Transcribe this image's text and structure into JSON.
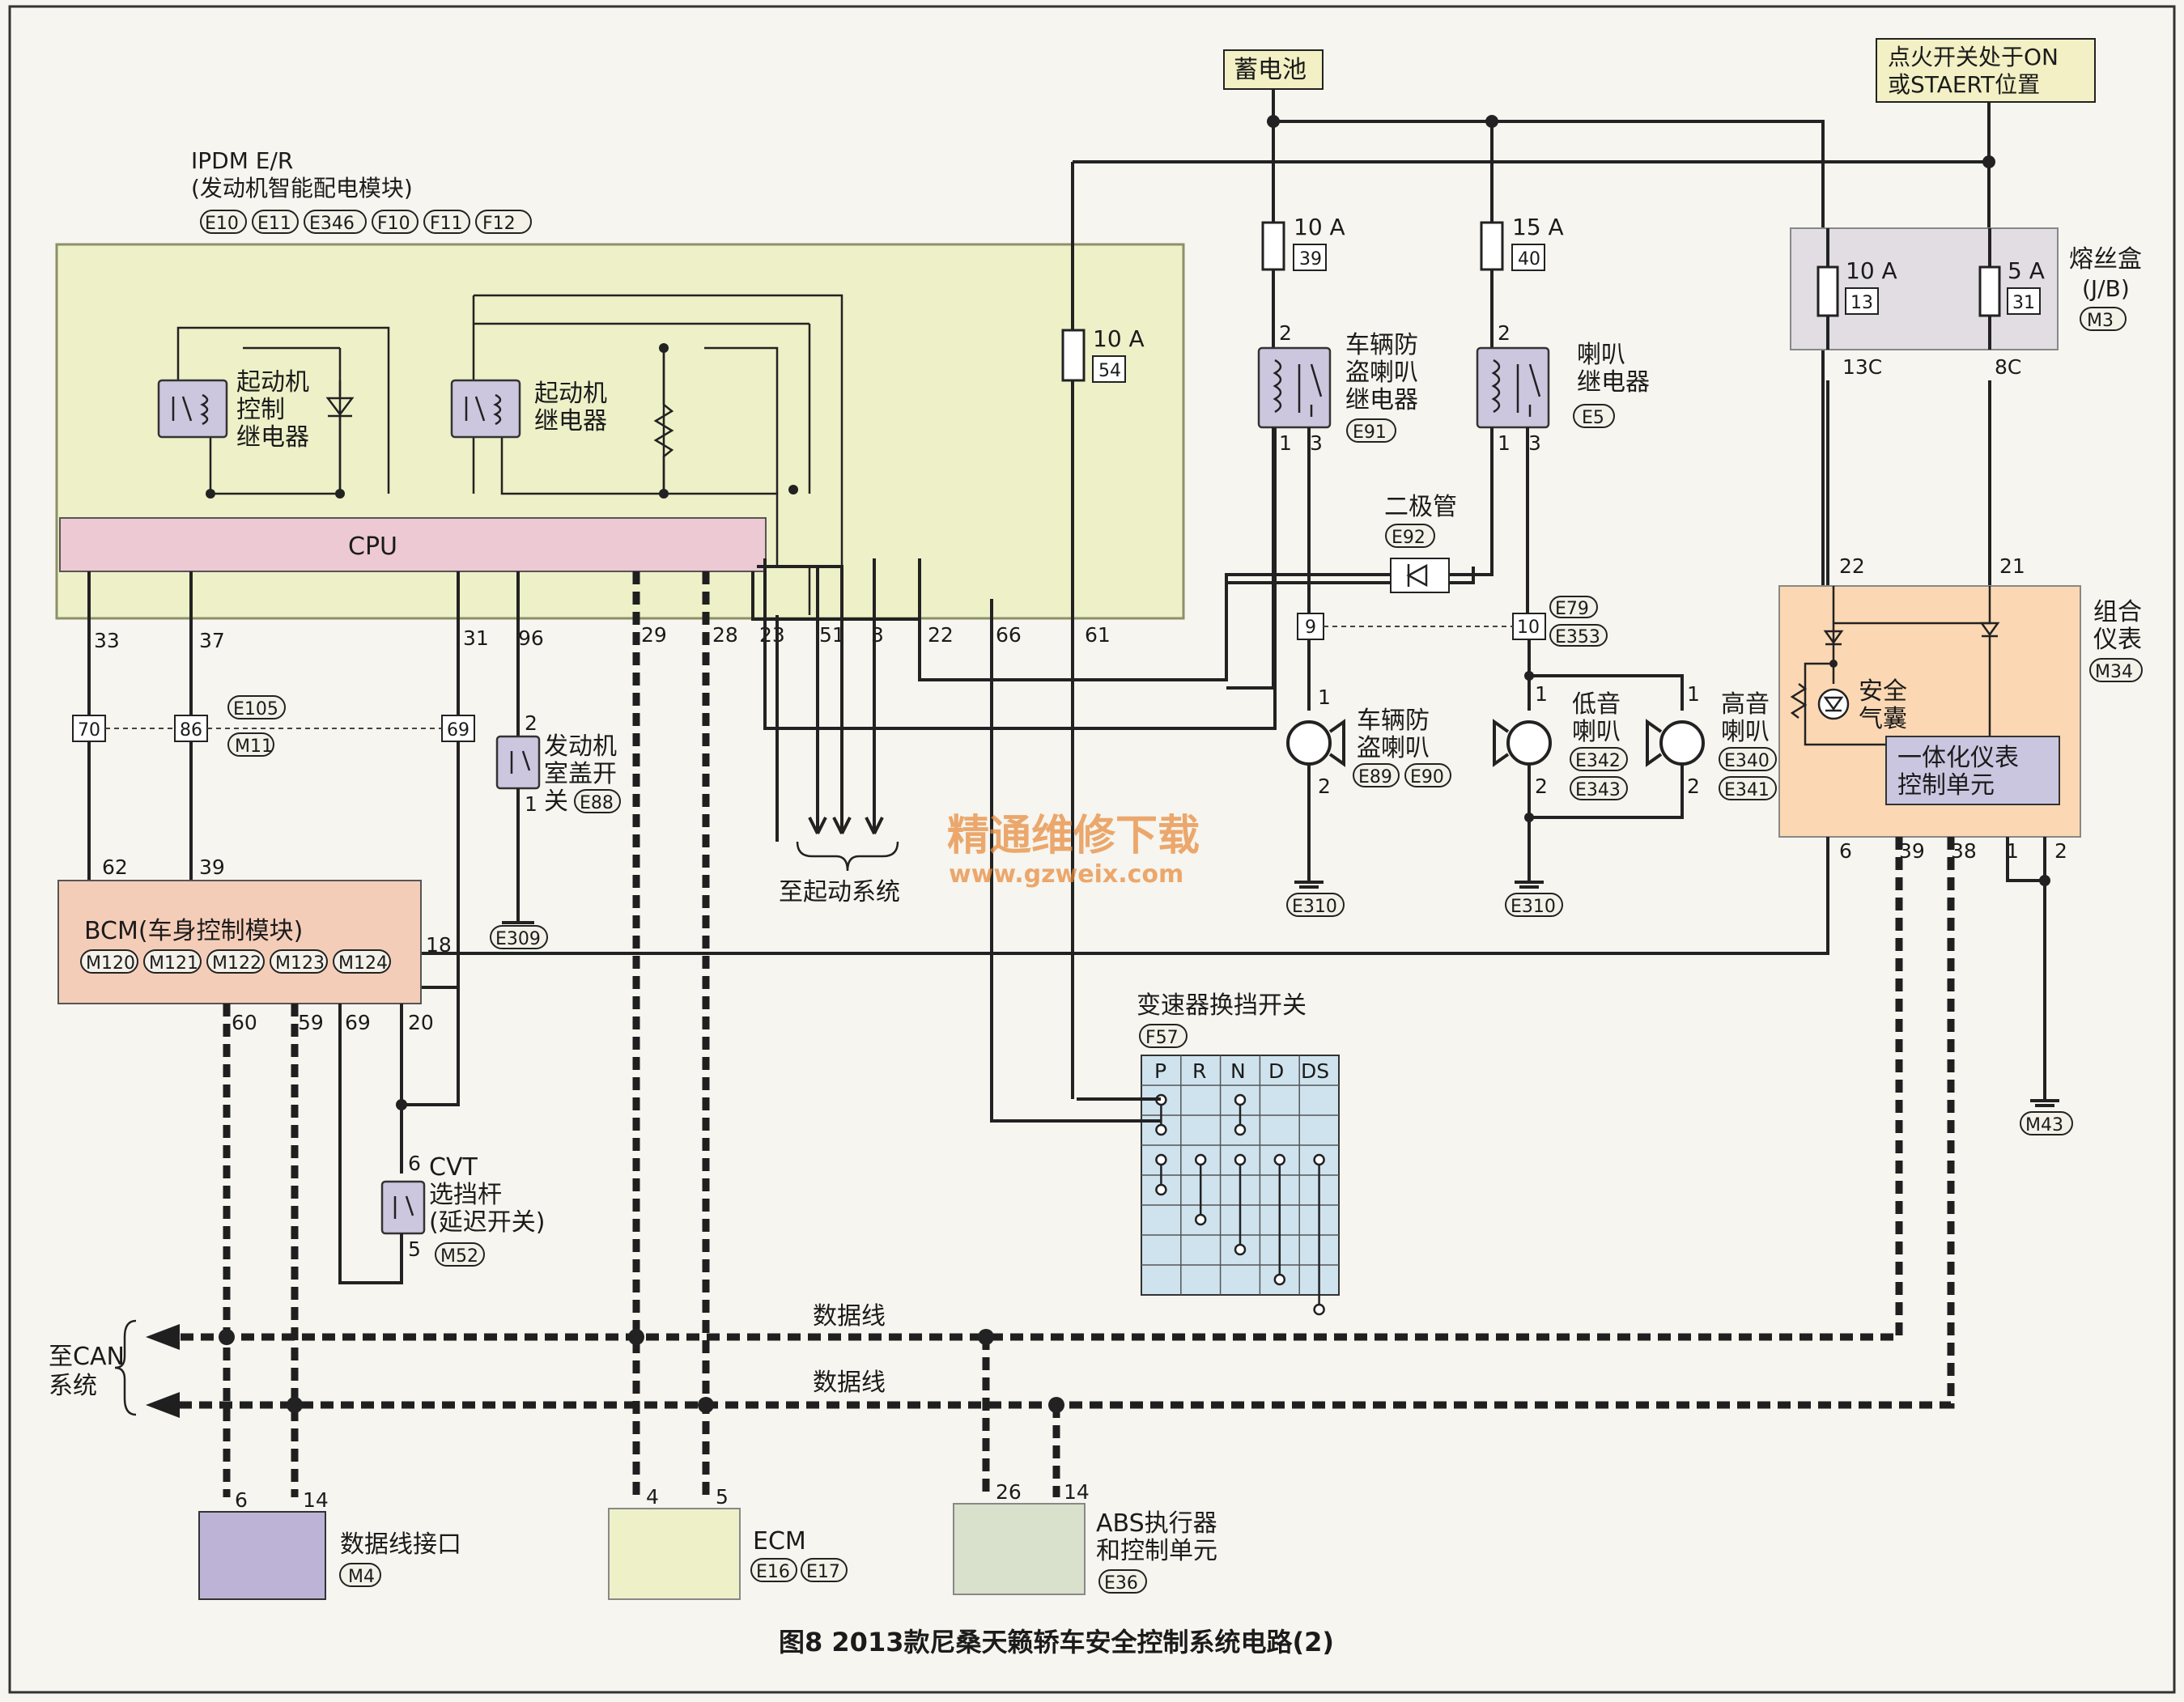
{
  "ipdm": {
    "name": "IPDM E/R",
    "desc": "(发动机智能配电模块)",
    "connectors": [
      "E10",
      "E11",
      "E346",
      "F10",
      "F11",
      "F12"
    ],
    "relay1": [
      "起动机",
      "控制",
      "继电器"
    ],
    "relay2": [
      "起动机",
      "继电器"
    ],
    "cpu": "CPU",
    "fuse": {
      "rating": "10 A",
      "no": "54"
    },
    "pins": [
      "33",
      "37",
      "31",
      "96",
      "29",
      "28",
      "23",
      "51",
      "3",
      "22",
      "66",
      "61"
    ]
  },
  "battery": "蓄电池",
  "ignition": [
    "点火开关处于ON",
    "或STAERT位置"
  ],
  "fuse39": {
    "rating": "10 A",
    "no": "39"
  },
  "fuse40": {
    "rating": "15 A",
    "no": "40"
  },
  "fuse_box": {
    "label": "熔丝盒",
    "sub": "(J/B)",
    "conn": "M3",
    "fuse13": {
      "rating": "10 A",
      "no": "13"
    },
    "fuse31": {
      "rating": "5 A",
      "no": "31"
    },
    "pins": [
      "13C",
      "8C"
    ]
  },
  "theft_relay": {
    "label": [
      "车辆防",
      "盗喇叭",
      "继电器"
    ],
    "conn": "E91",
    "pins": [
      "2",
      "1",
      "3"
    ]
  },
  "horn_relay": {
    "label": [
      "喇叭",
      "继电器"
    ],
    "conn": "E5",
    "pins": [
      "2",
      "1",
      "3"
    ]
  },
  "diode": {
    "label": "二极管",
    "conn": "E92"
  },
  "joints": {
    "j9": "9",
    "j10": "10",
    "conns": [
      "E79",
      "E353"
    ]
  },
  "theft_horn": {
    "label": [
      "车辆防",
      "盗喇叭"
    ],
    "conns": [
      "E89",
      "E90"
    ],
    "pins": [
      "1",
      "2"
    ]
  },
  "low_horn": {
    "label": [
      "低音",
      "喇叭"
    ],
    "conns": [
      "E342",
      "E343"
    ],
    "pins": [
      "1",
      "2"
    ]
  },
  "high_horn": {
    "label": [
      "高音",
      "喇叭"
    ],
    "conns": [
      "E340",
      "E341"
    ],
    "pins": [
      "1",
      "2"
    ]
  },
  "ground": {
    "g1": "E310",
    "g2": "E310",
    "g3": "E309",
    "g4": "M43"
  },
  "meter": {
    "label": [
      "组合",
      "仪表"
    ],
    "conn": "M34",
    "airbag": [
      "安全",
      "气囊"
    ],
    "unit": [
      "一体化仪表",
      "控制单元"
    ],
    "pins": [
      "22",
      "21",
      "6",
      "39",
      "38",
      "1",
      "2"
    ]
  },
  "inline": {
    "p70": "70",
    "p86": "86",
    "p69": "69",
    "conns": [
      "E105",
      "M11"
    ]
  },
  "hood": {
    "label": [
      "发动机",
      "室盖开",
      "关"
    ],
    "conn": "E88",
    "pins": [
      "2",
      "1"
    ]
  },
  "to_start": "至起动系统",
  "watermark": {
    "cn": "精通维修下载",
    "url": "www.gzweix.com"
  },
  "bcm": {
    "label": "BCM(车身控制模块)",
    "conns": [
      "M120",
      "M121",
      "M122",
      "M123",
      "M124"
    ],
    "pins": [
      "62",
      "39",
      "18",
      "60",
      "59",
      "69",
      "20"
    ]
  },
  "cvt": {
    "label": [
      "CVT",
      "选挡杆",
      "(延迟开关)"
    ],
    "conn": "M52",
    "pins": [
      "6",
      "5"
    ]
  },
  "shifter": {
    "label": "变速器换挡开关",
    "conn": "F57",
    "cols": [
      "P",
      "R",
      "N",
      "D",
      "DS"
    ]
  },
  "can": {
    "label": [
      "至CAN",
      "系统"
    ],
    "line1": "数据线",
    "line2": "数据线"
  },
  "dlc": {
    "label": "数据线接口",
    "conn": "M4",
    "pins": [
      "6",
      "14"
    ]
  },
  "ecm": {
    "label": "ECM",
    "conns": [
      "E16",
      "E17"
    ],
    "pins": [
      "4",
      "5"
    ]
  },
  "abs": {
    "label": [
      "ABS执行器",
      "和控制单元"
    ],
    "conn": "E36",
    "pins": [
      "26",
      "14"
    ]
  },
  "caption": "图8 2013款尼桑天籁轿车安全控制系统电路(2)",
  "colors": {
    "ipdm": "#eef0c8",
    "cpu": "#ecc9d3",
    "bcm": "#f4cdb9",
    "meter": "#fbd8b3",
    "relay": "#ccc7de"
  }
}
